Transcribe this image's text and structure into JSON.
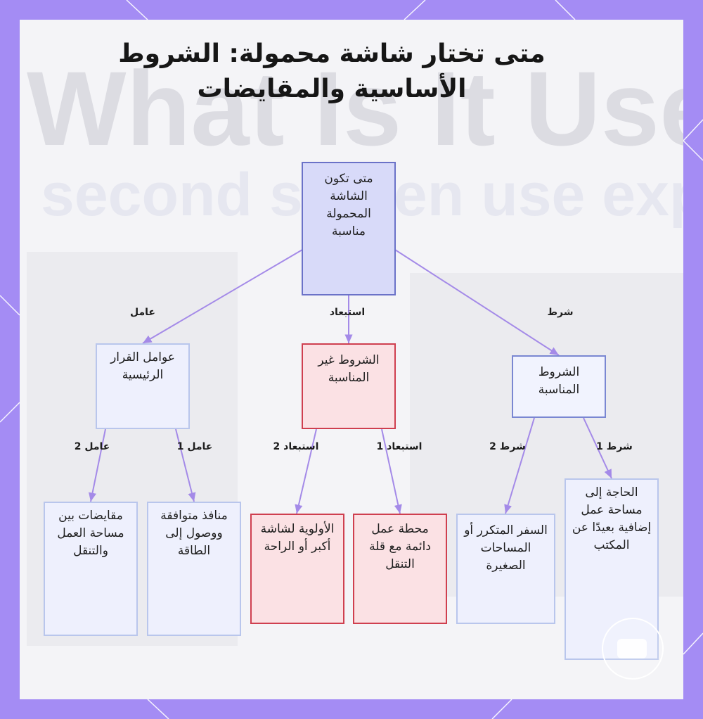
{
  "title": "متى تختار شاشة محمولة: الشروط الأساسية والمقايضات",
  "nodes": {
    "root": "متى تكون الشاشة المحمولة مناسبة",
    "factors": "عوامل القرار الرئيسية",
    "unsuitable": "الشروط غير المناسبة",
    "suitable": "الشروط المناسبة",
    "tradeoffs": "مقايضات بين مساحة العمل والتنقل",
    "ports": "منافذ متوافقة ووصول إلى الطاقة",
    "priority": "الأولوية لشاشة أكبر أو الراحة",
    "station": "محطة عمل دائمة مع قلة التنقل",
    "travel": "السفر المتكرر أو المساحات الصغيرة",
    "need": "الحاجة إلى مساحة عمل إضافية بعيدًا عن المكتب"
  },
  "edge_labels": {
    "factor": "عامل",
    "exclusion": "استبعاد",
    "condition": "شرط",
    "factor2": "عامل 2",
    "factor1": "عامل 1",
    "exclusion2": "استبعاد 2",
    "exclusion1": "استبعاد 1",
    "condition2": "شرط 2",
    "condition1": "شرط 1"
  },
  "background_text": {
    "line1": "What Is It Used",
    "line2": "second screen use explained"
  },
  "colors": {
    "frame": "#a48cf4",
    "edge": "#a48ae8",
    "root_fill": "#d8daf9",
    "red_border": "#cf3f4f"
  }
}
